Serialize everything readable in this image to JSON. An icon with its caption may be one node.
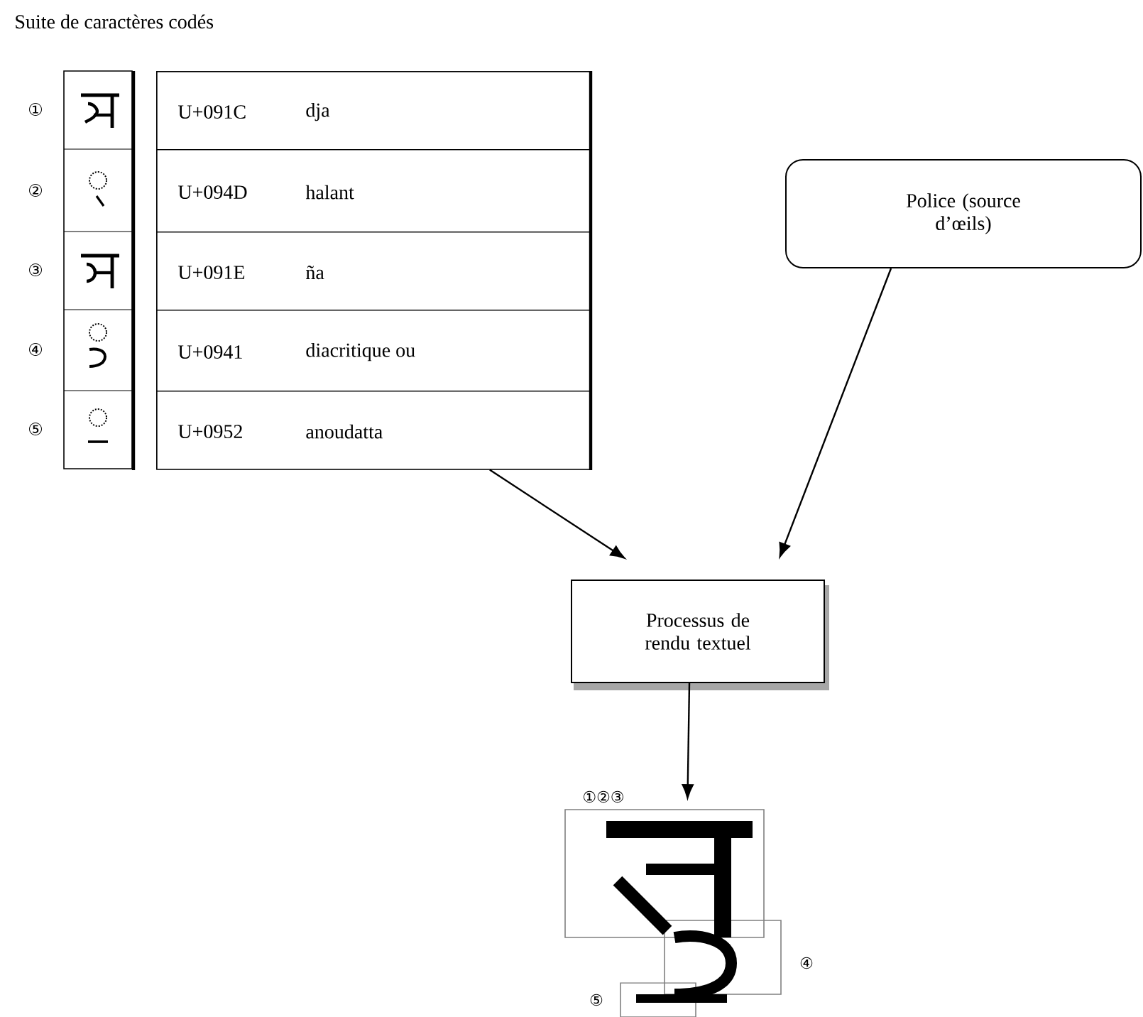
{
  "diagram": {
    "title": "Suite de caractères codés",
    "nodes": [
      {
        "text": [],
        "shape": "box"
      },
      {
        "text": [
          "U+091C",
          "dja"
        ],
        "in": 0
      },
      {
        "text": [
          "U+094D",
          "halant"
        ],
        "in": 0
      },
      {
        "text": [
          "U+091E",
          "ña"
        ],
        "in": 0
      },
      {
        "text": [
          "U+0941",
          "diacritique ou"
        ],
        "in": 0
      },
      {
        "text": [
          "U+0952",
          "anoudatta"
        ],
        "in": 0
      },
      {
        "text": [
          "Police (source d’œils)"
        ]
      },
      {
        "text": [
          "Processus de rendu textuel"
        ]
      },
      {
        "text": [],
        "shape": "picture",
        "beside": [
          "①②③",
          "④",
          "⑤"
        ]
      }
    ],
    "edges": [
      {
        "from": 0,
        "to": 7,
        "arrow": "to"
      },
      {
        "from": 6,
        "to": 7,
        "arrow": "to"
      },
      {
        "from": 7,
        "to": 8,
        "arrow": "to"
      }
    ],
    "labels": [
      "①",
      "②",
      "③",
      "④",
      "⑤"
    ]
  }
}
